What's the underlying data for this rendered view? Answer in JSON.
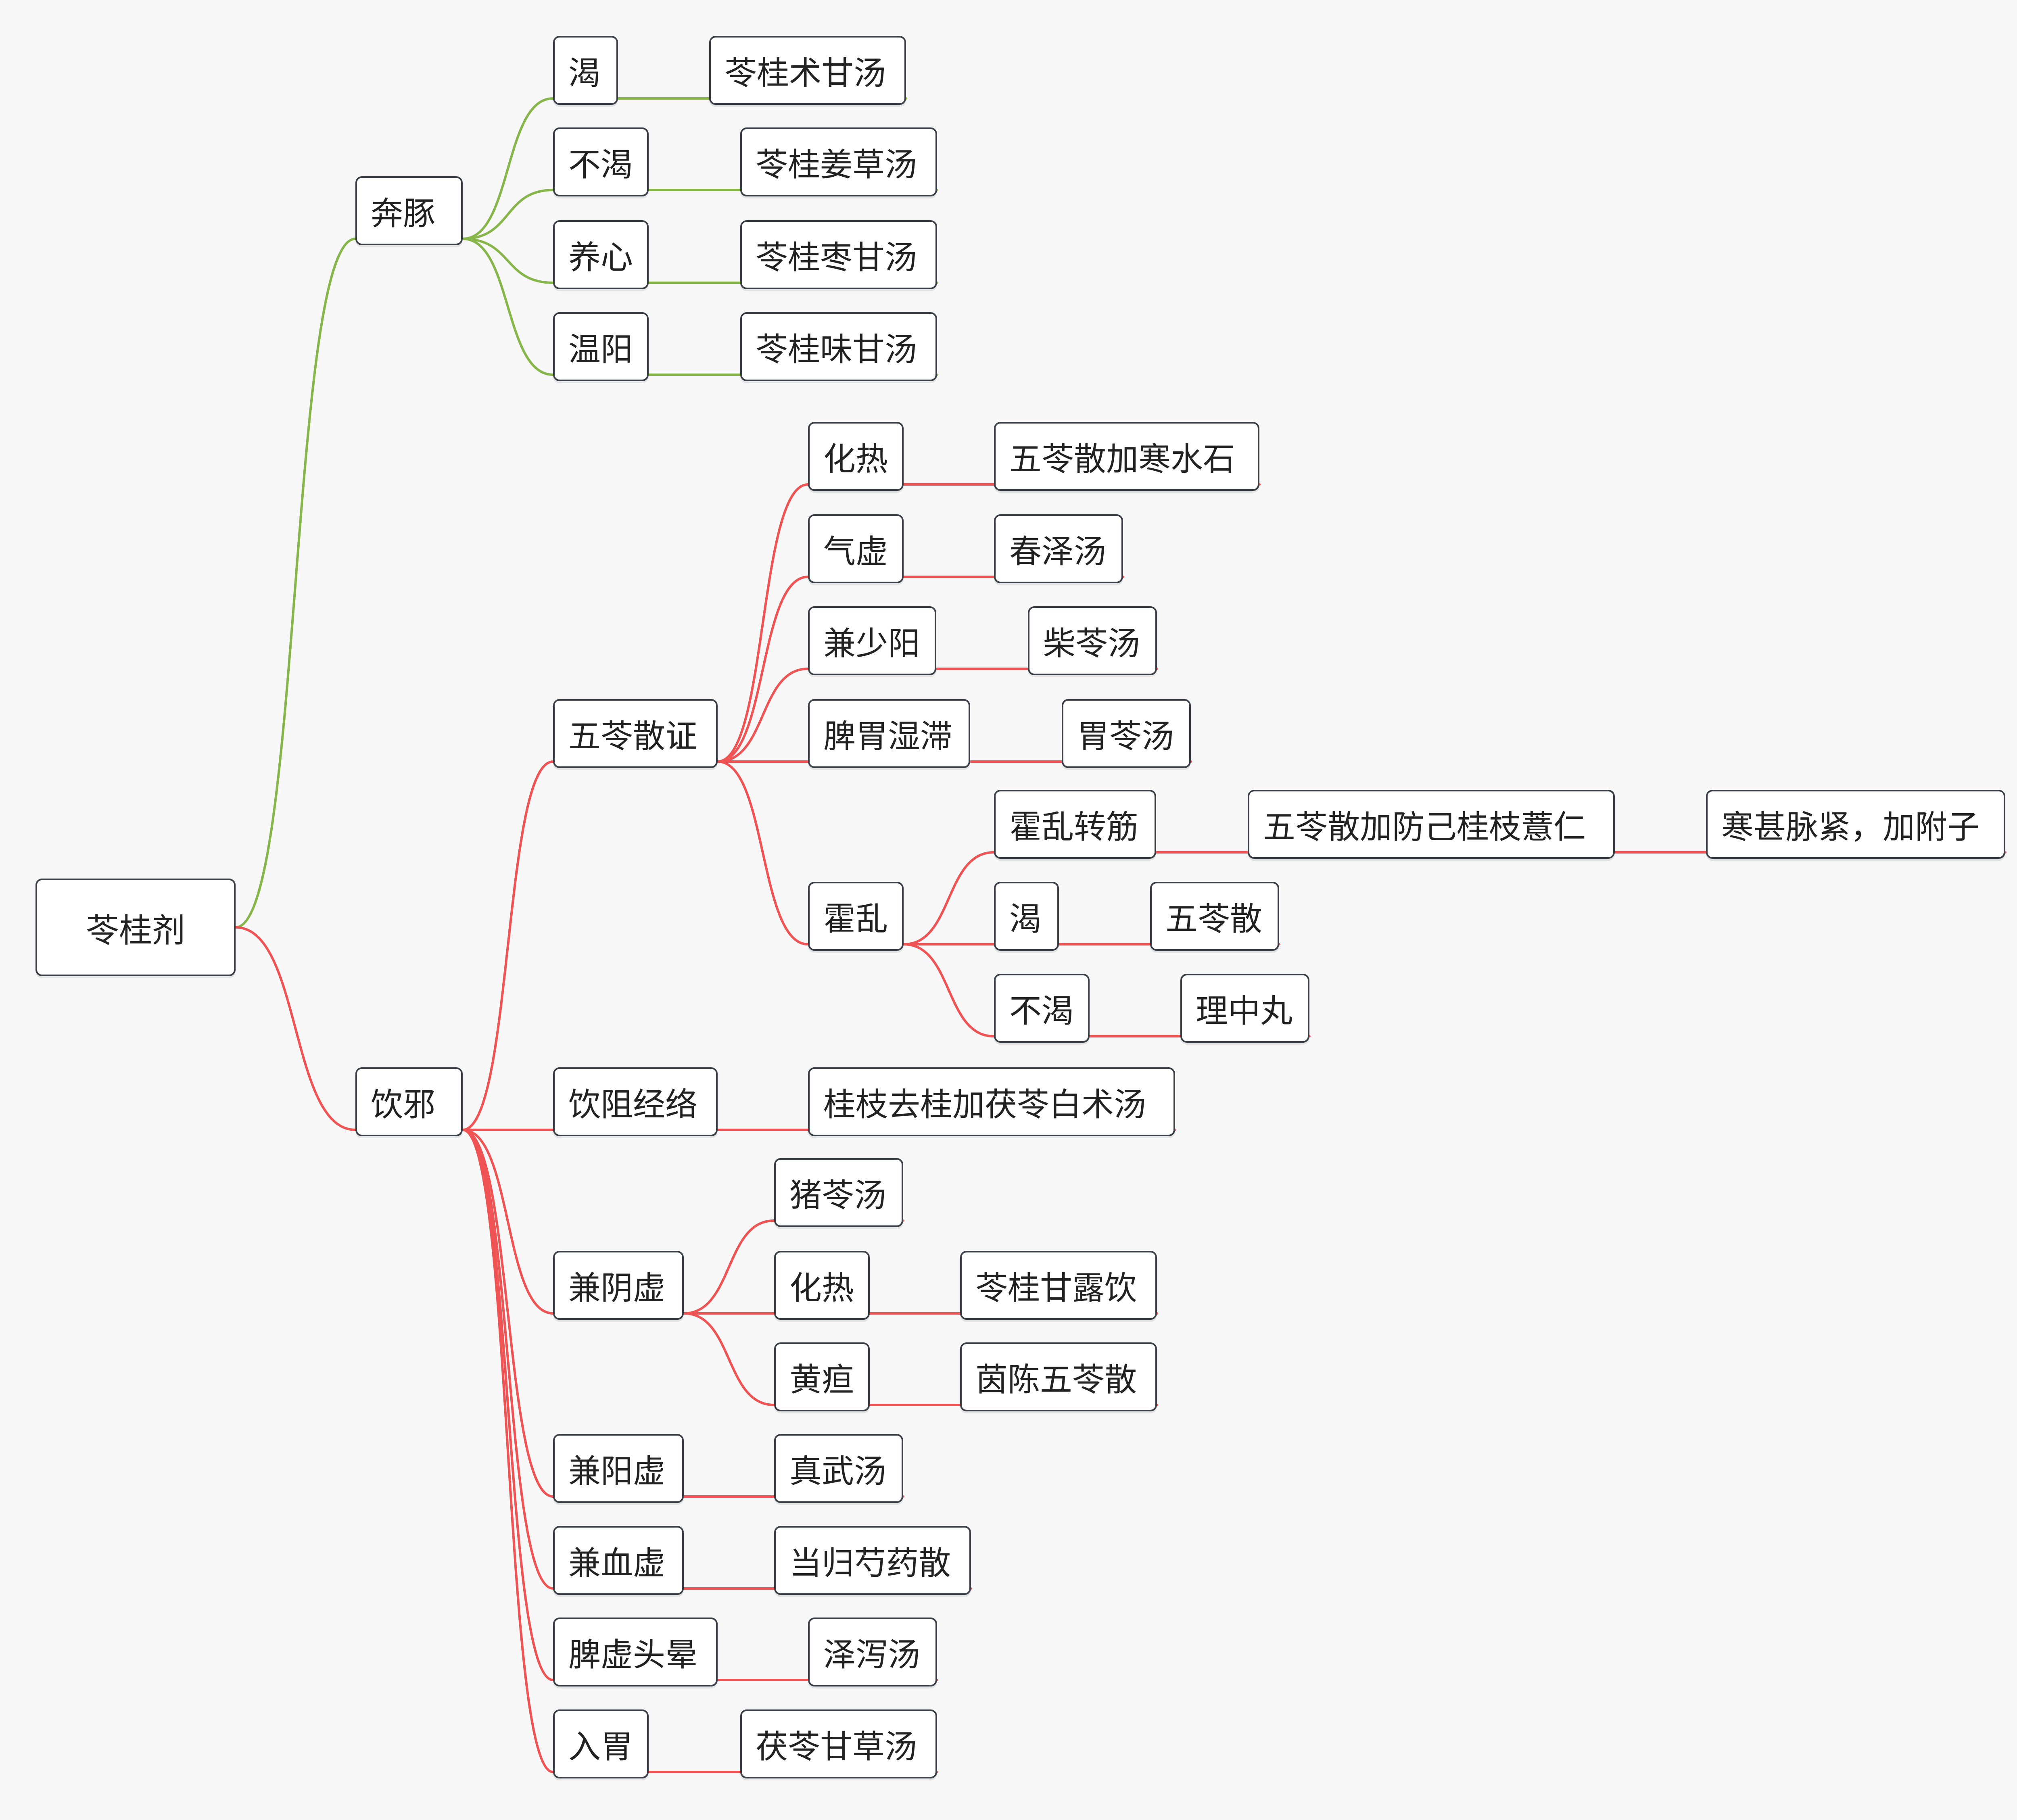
{
  "colors": {
    "green": "#86b54a",
    "red": "#ef5353",
    "node_border": "#3a3f47",
    "background": "#f7f7f7"
  },
  "root": "苓桂剂",
  "benton": {
    "label": "奔豚",
    "items": [
      {
        "cond": "渴",
        "formula": "苓桂术甘汤"
      },
      {
        "cond": "不渴",
        "formula": "苓桂姜草汤"
      },
      {
        "cond": "养心",
        "formula": "苓桂枣甘汤"
      },
      {
        "cond": "温阳",
        "formula": "苓桂味甘汤"
      }
    ]
  },
  "yinxie": {
    "label": "饮邪",
    "wuling": {
      "label": "五苓散证",
      "items": [
        {
          "cond": "化热",
          "formula": "五苓散加寒水石"
        },
        {
          "cond": "气虚",
          "formula": "春泽汤"
        },
        {
          "cond": "兼少阳",
          "formula": "柴苓汤"
        },
        {
          "cond": "脾胃湿滞",
          "formula": "胃苓汤"
        }
      ],
      "huoluan": {
        "label": "霍乱",
        "items": [
          {
            "cond": "霍乱转筋",
            "formula": "五苓散加防己桂枝薏仁",
            "extra": "寒甚脉紧，加附子"
          },
          {
            "cond": "渴",
            "formula": "五苓散"
          },
          {
            "cond": "不渴",
            "formula": "理中丸"
          }
        ]
      }
    },
    "yinzu": {
      "label": "饮阻经络",
      "formula": "桂枝去桂加茯苓白术汤"
    },
    "yinxu": {
      "label": "兼阴虚",
      "formula": "猪苓汤",
      "items": [
        {
          "cond": "化热",
          "formula": "苓桂甘露饮"
        },
        {
          "cond": "黄疸",
          "formula": "茵陈五苓散"
        }
      ]
    },
    "others": [
      {
        "label": "兼阳虚",
        "formula": "真武汤"
      },
      {
        "label": "兼血虚",
        "formula": "当归芍药散"
      },
      {
        "label": "脾虚头晕",
        "formula": "泽泻汤"
      },
      {
        "label": "入胃",
        "formula": "茯苓甘草汤"
      }
    ]
  }
}
